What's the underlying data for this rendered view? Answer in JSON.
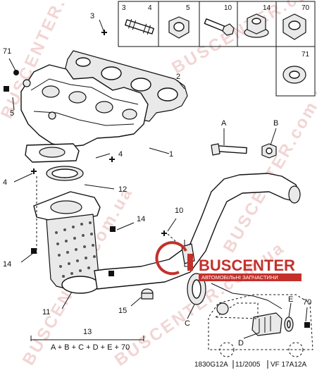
{
  "watermark": {
    "text": "BUSCENTER.com.ua",
    "brand": "BUSCENTER",
    "tagline": "АВТОМОБІЛЬНІ ЗАПЧАСТИНИ",
    "color": "#c4302b"
  },
  "legend_header": [
    "3",
    "4",
    "5",
    "10",
    "14",
    "70"
  ],
  "legend_side": "71",
  "callouts": {
    "c1": "1",
    "c2": "2",
    "c3": "3",
    "c4a": "4",
    "c4b": "4",
    "c5": "5",
    "c10": "10",
    "c11": "11",
    "c12": "12",
    "c13": "13",
    "c14a": "14",
    "c14b": "14",
    "c15": "15",
    "c70": "70",
    "c71": "71",
    "cA": "A",
    "cB": "B",
    "cC": "C",
    "cD": "D",
    "cE": "E"
  },
  "kit_formula": "A + B + C + D + E + 70",
  "footer": {
    "ref": "1830G12A",
    "date": "11/2005",
    "model": "VF 17A12A"
  }
}
